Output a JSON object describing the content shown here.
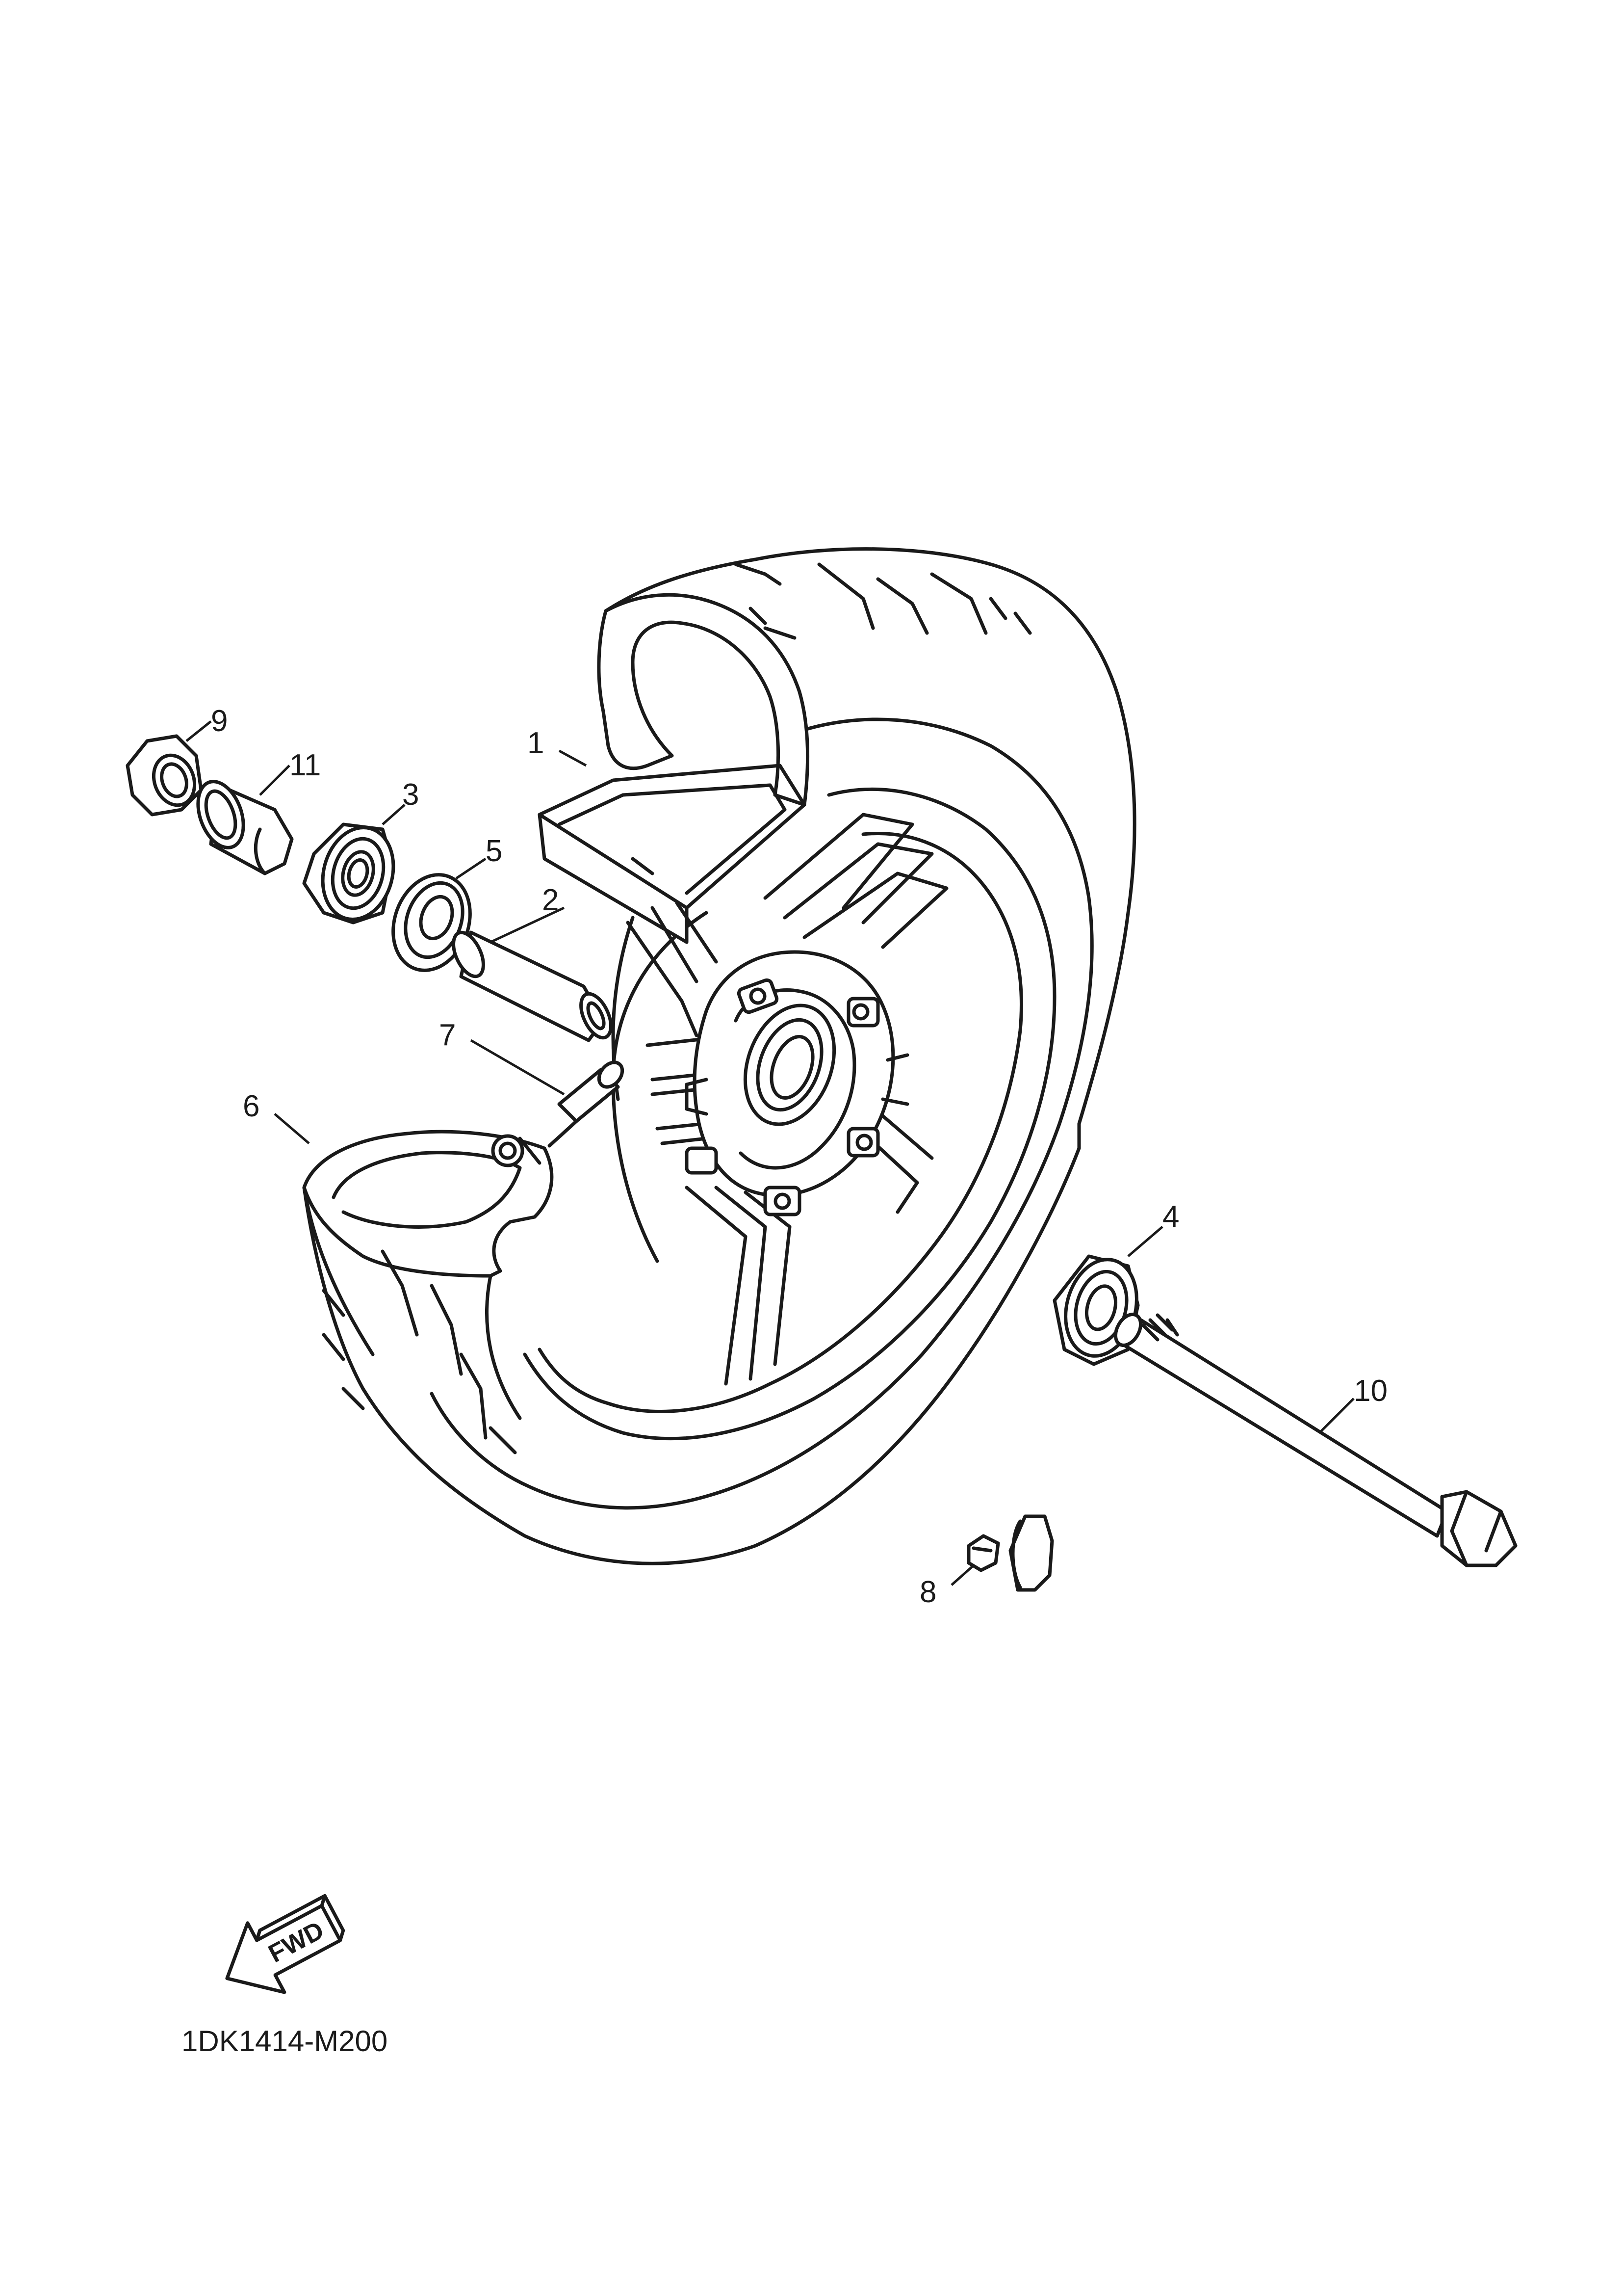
{
  "callouts": [
    {
      "id": "1",
      "label": "1"
    },
    {
      "id": "2",
      "label": "2"
    },
    {
      "id": "3",
      "label": "3"
    },
    {
      "id": "4",
      "label": "4"
    },
    {
      "id": "5",
      "label": "5"
    },
    {
      "id": "6",
      "label": "6"
    },
    {
      "id": "7",
      "label": "7"
    },
    {
      "id": "8",
      "label": "8"
    },
    {
      "id": "9",
      "label": "9"
    },
    {
      "id": "10",
      "label": "10"
    },
    {
      "id": "11",
      "label": "11"
    }
  ],
  "fwd_label": "FWD",
  "diagram_code": "1DK1414-M200"
}
